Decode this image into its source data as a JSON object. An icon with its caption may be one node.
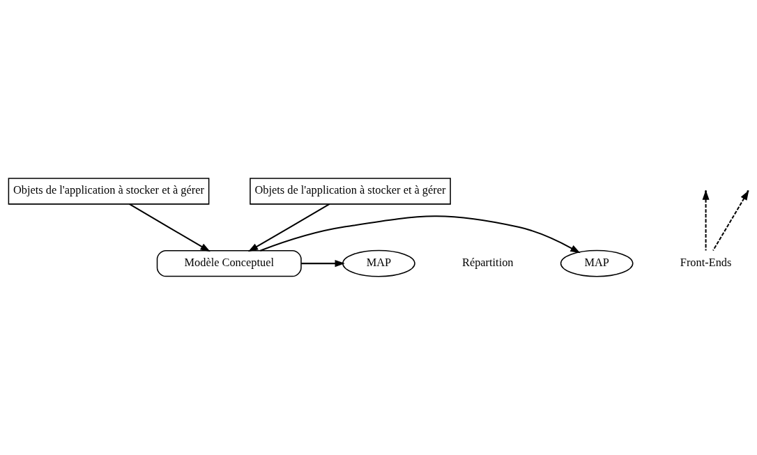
{
  "diagram": {
    "nodes": [
      {
        "text": [
          "Objets de l'application à stocker et à gérer"
        ]
      },
      {
        "text": [
          "Objets de l'application à stocker et à gérer"
        ]
      },
      {
        "text": [
          "Modèle Conceptuel"
        ]
      },
      {
        "text": [
          "MAP"
        ]
      },
      {
        "text": [
          "MAP"
        ]
      },
      {
        "text": [
          "Front-Ends"
        ]
      }
    ],
    "edges": [
      {
        "from": 0,
        "to": 2,
        "arrow": "to"
      },
      {
        "from": 1,
        "to": 2,
        "arrow": "to"
      },
      {
        "from": 2,
        "to": 3,
        "arrow": "to"
      },
      {
        "from": 2,
        "to": 4,
        "arrow": "to"
      },
      {
        "from": 5,
        "to": null,
        "arrow": "to",
        "style": "dashed"
      },
      {
        "from": 5,
        "to": null,
        "arrow": "to",
        "style": "dashed"
      }
    ],
    "labels": [
      "Répartition"
    ]
  }
}
